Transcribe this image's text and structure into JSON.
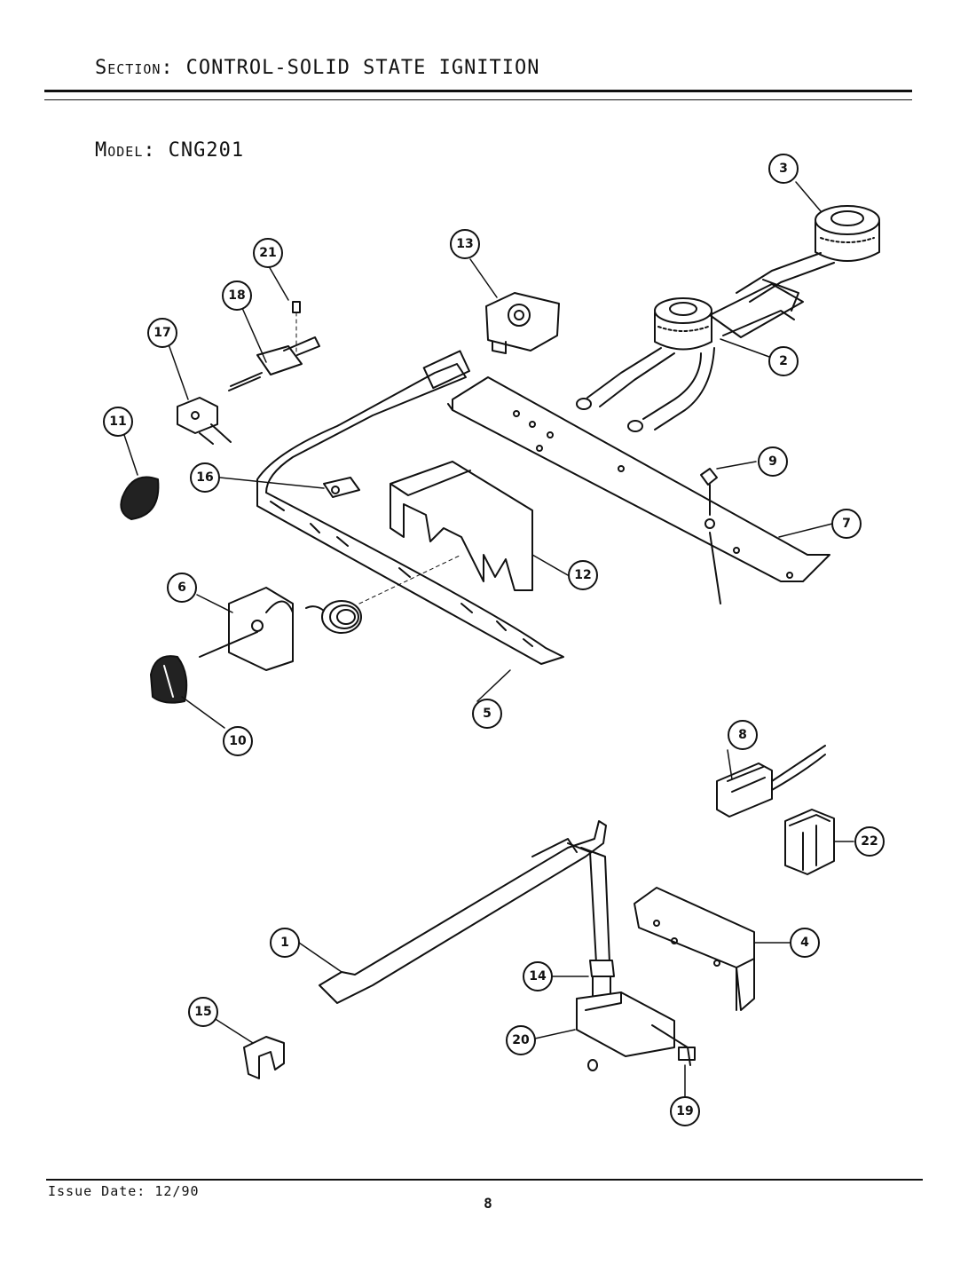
{
  "header": {
    "section_label": "Section:",
    "section_value": "CONTROL-SOLID STATE IGNITION",
    "model_label": "Model:",
    "model_value": "CNG201"
  },
  "callouts": [
    {
      "num": "1"
    },
    {
      "num": "2"
    },
    {
      "num": "3"
    },
    {
      "num": "4"
    },
    {
      "num": "5"
    },
    {
      "num": "6"
    },
    {
      "num": "7"
    },
    {
      "num": "8"
    },
    {
      "num": "9"
    },
    {
      "num": "10"
    },
    {
      "num": "11"
    },
    {
      "num": "12"
    },
    {
      "num": "13"
    },
    {
      "num": "14"
    },
    {
      "num": "15"
    },
    {
      "num": "16"
    },
    {
      "num": "17"
    },
    {
      "num": "18"
    },
    {
      "num": "19"
    },
    {
      "num": "20"
    },
    {
      "num": "21"
    },
    {
      "num": "22"
    }
  ],
  "footer": {
    "issue_date": "Issue Date: 12/90",
    "page_number": "8"
  }
}
